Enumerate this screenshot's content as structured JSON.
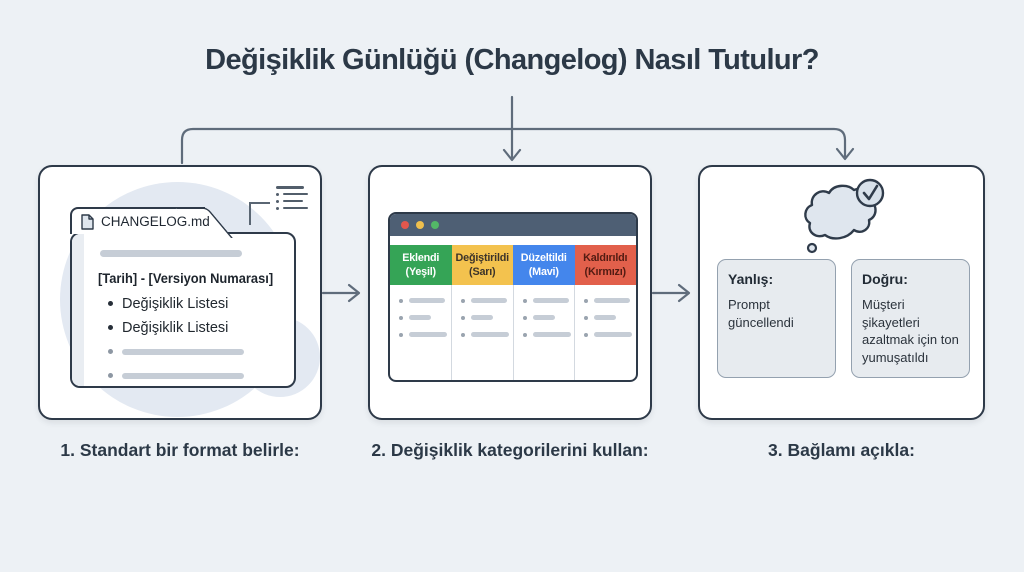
{
  "title": "Değişiklik Günlüğü (Changelog) Nasıl Tutulur?",
  "steps": [
    {
      "caption": "1. Standart bir format belirle:"
    },
    {
      "caption": "2. Değişiklik kategorilerini kullan:"
    },
    {
      "caption": "3. Bağlamı açıkla:"
    }
  ],
  "panel1": {
    "file_name": "CHANGELOG.md",
    "heading": "[Tarih] - [Versiyon Numarası]",
    "items": [
      "Değişiklik Listesi",
      "Değişiklik Listesi"
    ]
  },
  "panel2": {
    "columns": [
      {
        "label": "Eklendi",
        "sub": "(Yeşil)",
        "bg": "#35a456",
        "fg": "#ffffff"
      },
      {
        "label": "Değiştirildi",
        "sub": "(Sarı)",
        "bg": "#f3c24e",
        "fg": "#3c342a"
      },
      {
        "label": "Düzeltildi",
        "sub": "(Mavi)",
        "bg": "#4486ec",
        "fg": "#ffffff"
      },
      {
        "label": "Kaldırıldı",
        "sub": "(Kırmızı)",
        "bg": "#e2604b",
        "fg": "#521b12"
      }
    ]
  },
  "panel3": {
    "wrong_label": "Yanlış:",
    "wrong_text": "Prompt güncellendi",
    "right_label": "Doğru:",
    "right_text": "Müşteri şikayetleri azaltmak için ton yumuşatıldı"
  },
  "icons": {
    "document-icon": "page-with-folded-corner",
    "list-icon": "bulleted-list-lines",
    "window-dots-icon": "traffic-light-dots",
    "thought-bubble-icon": "cloud-with-tail",
    "check-icon": "checkmark-in-circle"
  },
  "colors": {
    "background": "#edf1f5",
    "panel_border": "#2e3a49",
    "title_text": "#2c3947",
    "connector": "#5f6c7b",
    "placeholder_bar": "#c6cdd6",
    "browser_titlebar": "#4e5f74",
    "dot_red": "#e2574d",
    "dot_yellow": "#efbf4d",
    "dot_green": "#53b767",
    "blob": "#e3e9f2",
    "note_box_bg": "#e7ebef"
  }
}
